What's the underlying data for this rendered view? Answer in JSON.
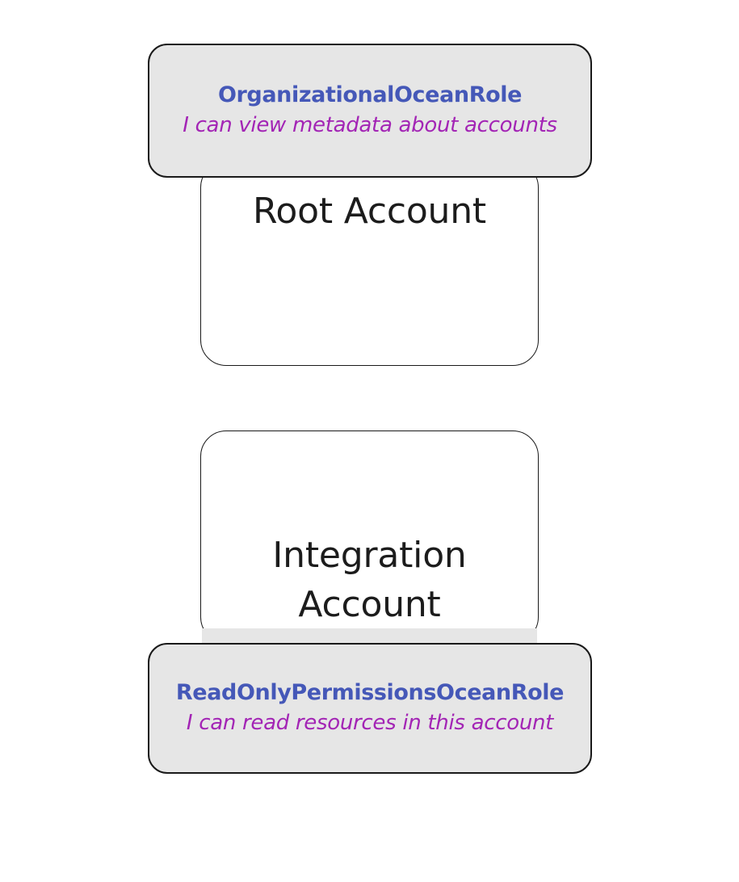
{
  "diagram": {
    "type": "aws-account-role-diagram",
    "background_color": "#ffffff",
    "colors": {
      "role_box_fill": "#e6e6e6",
      "box_border": "#1a1a1a",
      "role_name_text": "#4558b8",
      "role_desc_text": "#a325b5",
      "account_label_text": "#1c1c1c"
    },
    "accounts": [
      {
        "id": "root-account",
        "label": "Root Account",
        "role": {
          "id": "organizational-ocean-role",
          "name": "OrganizationalOceanRole",
          "description": "I can view metadata about accounts",
          "position": "top"
        }
      },
      {
        "id": "integration-account",
        "label": "Integration\nAccount",
        "role": {
          "id": "readonly-permissions-ocean-role",
          "name": "ReadOnlyPermissionsOceanRole",
          "description": "I can read resources in this account",
          "position": "bottom"
        }
      }
    ]
  }
}
